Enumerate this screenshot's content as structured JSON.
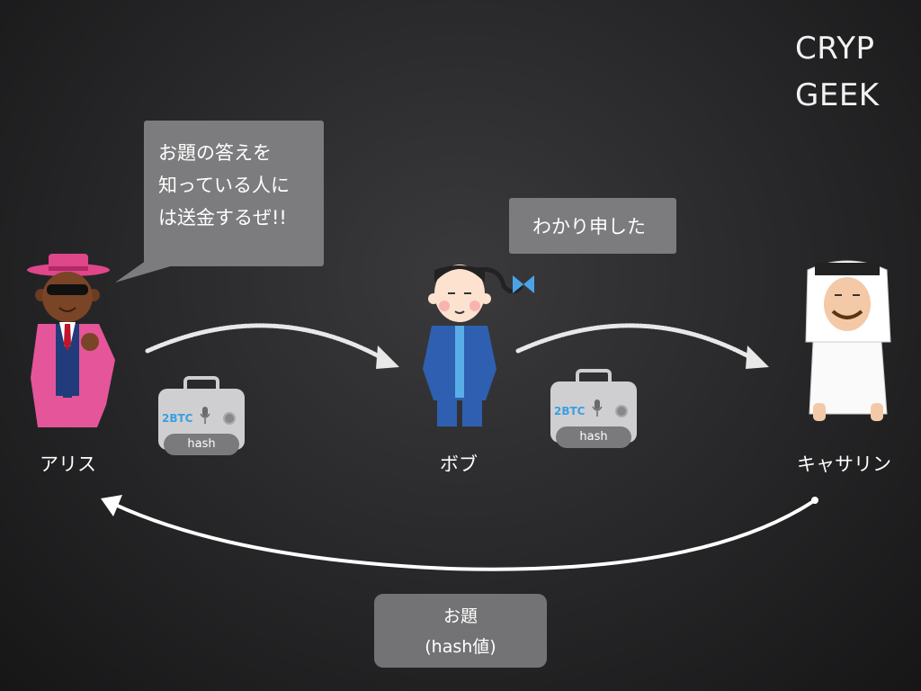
{
  "brand": {
    "line1": "CRYP",
    "line2": "GEEK"
  },
  "bubbles": {
    "alice": {
      "lines": [
        "お題の答えを",
        "知っている人に",
        "は送金するぜ!!"
      ]
    },
    "bob": {
      "text": "わかり申した"
    },
    "riddle": {
      "line1": "お題",
      "line2": "(hash値)"
    }
  },
  "characters": {
    "alice": {
      "name": "アリス"
    },
    "bob": {
      "name": "ボブ"
    },
    "catherine": {
      "name": "キャサリン"
    }
  },
  "radios": [
    {
      "amount": "2BTC",
      "display": "hash"
    },
    {
      "amount": "2BTC",
      "display": "hash"
    }
  ],
  "colors": {
    "background": "#222224",
    "bubble": "#7c7c7e",
    "radio_body": "#cfcfd2",
    "btc_text": "#3a9fe0",
    "arrow": "#e8e8e8"
  }
}
